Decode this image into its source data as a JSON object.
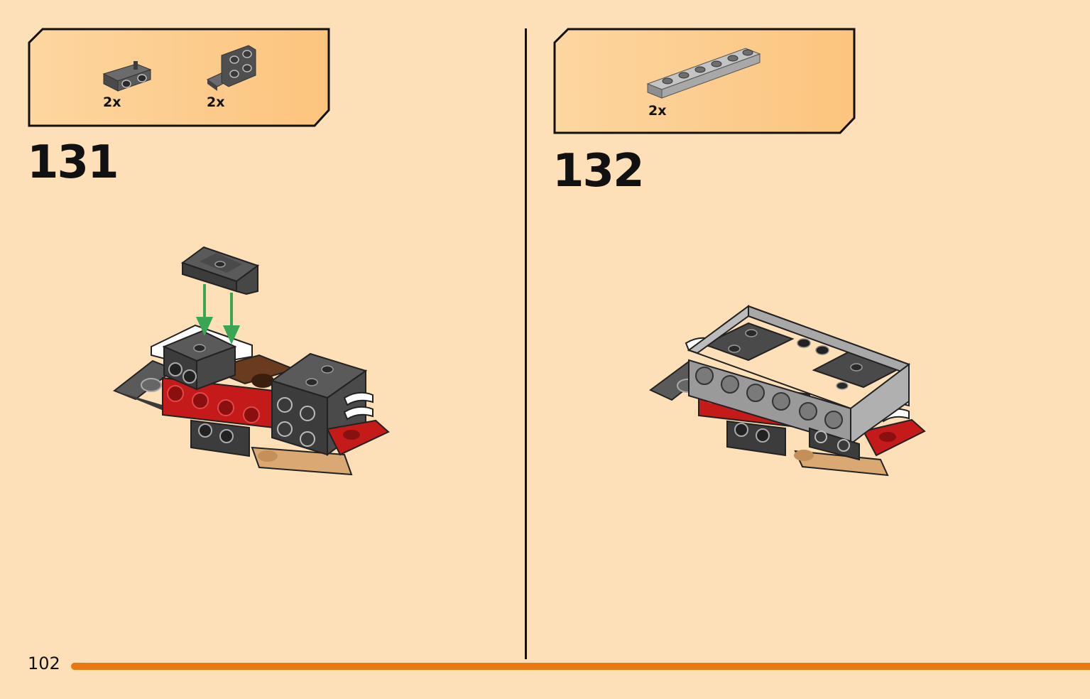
{
  "page": {
    "number": "102",
    "accent_color": "#e8780f",
    "background_color": "#fee0b8"
  },
  "steps": [
    {
      "number": "131",
      "parts": [
        {
          "icon": "dark-gray-bracket-1x2-icon",
          "quantity": "2x"
        },
        {
          "icon": "dark-gray-bracket-2x2-icon",
          "quantity": "2x"
        }
      ]
    },
    {
      "number": "132",
      "parts": [
        {
          "icon": "light-gray-plate-1x6-icon",
          "quantity": "2x"
        }
      ]
    }
  ]
}
